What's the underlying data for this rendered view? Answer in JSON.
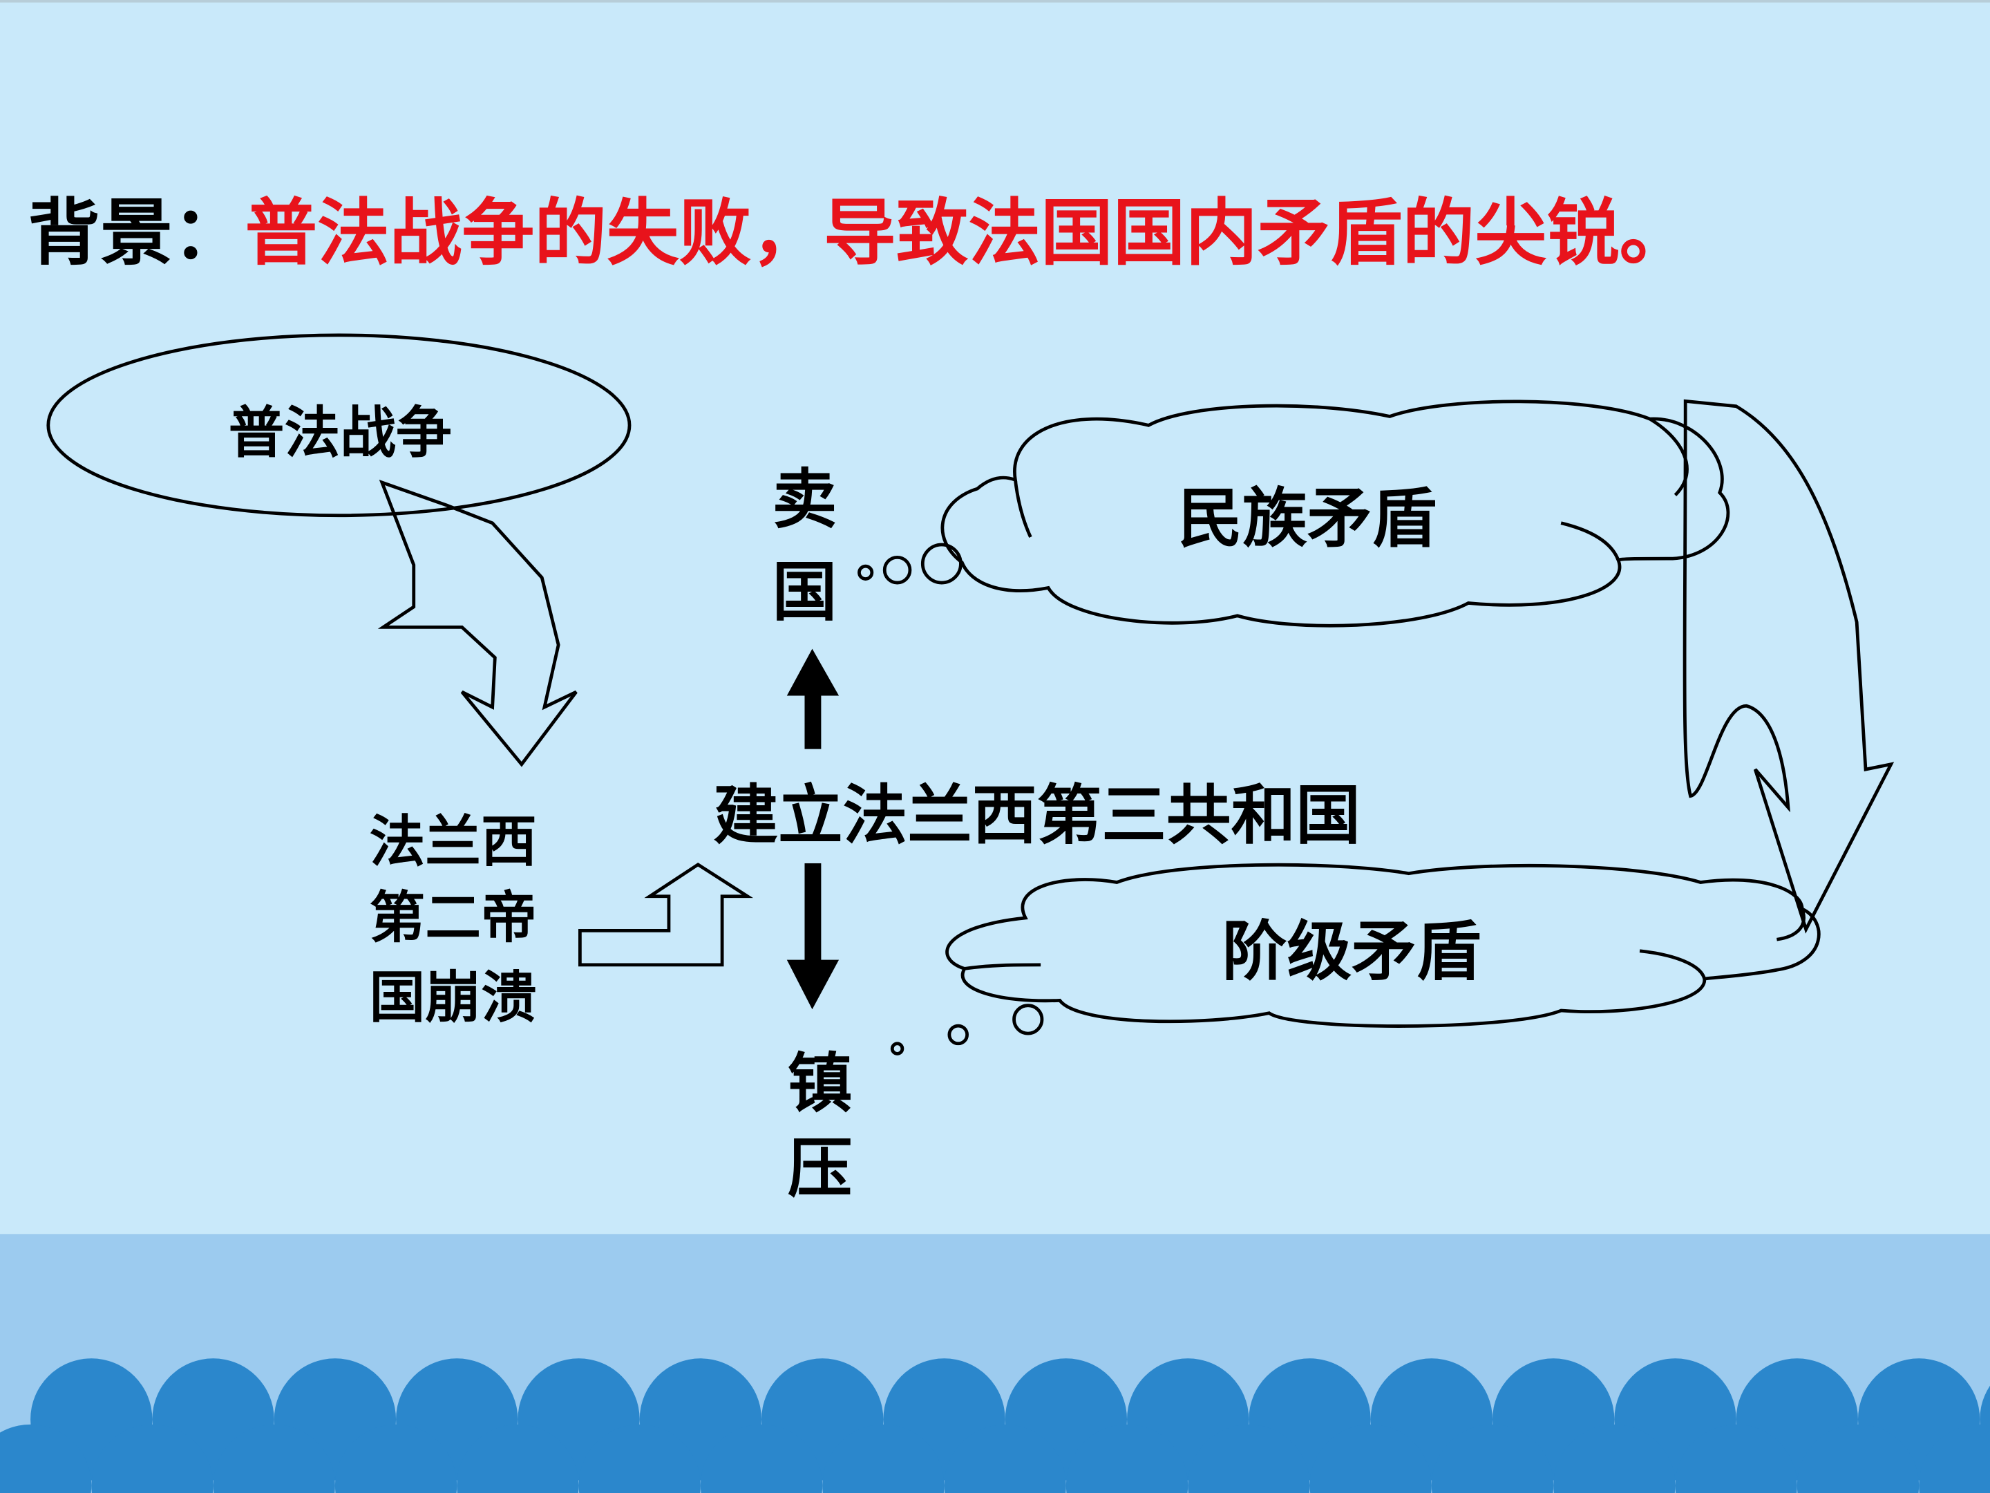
{
  "slide": {
    "heading_label": "背景：",
    "heading_text": "普法战争的失败，导致法国国内矛盾的尖锐。"
  },
  "diagram": {
    "war": "普法战争",
    "empire_collapse": [
      "法兰西",
      "第二帝",
      "国崩溃"
    ],
    "republic": "建立法兰西第三共和国",
    "betray": [
      "卖",
      "国"
    ],
    "suppress": [
      "镇",
      "压"
    ],
    "national_conflict": "民族矛盾",
    "class_conflict": "阶级矛盾"
  },
  "colors": {
    "background": "#c9e9fa",
    "heading_label": "#000000",
    "heading_text": "#e8131b",
    "band": "#9ccbef",
    "waves": "#2b87cc"
  }
}
